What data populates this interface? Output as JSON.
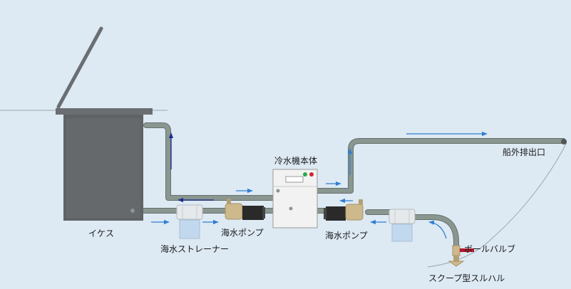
{
  "labels": {
    "tank": "イケス",
    "strainer": "海水ストレーナー",
    "pump_left": "海水ポンプ",
    "chiller": "冷水機本体",
    "pump_right": "海水ポンプ",
    "outlet": "船外排出口",
    "ball_valve": "ボールバルブ",
    "scoop": "スクープ型スルハル"
  },
  "colors": {
    "background": "#dde9f3",
    "water_line": "#9aa7b2",
    "tank_fill": "#5f6366",
    "tank_lid": "#6a6e72",
    "pipe": "#8a9690",
    "pipe_edge": "#66716b",
    "pump_body": "#cdb98c",
    "pump_motor": "#2a2a2a",
    "strainer_body": "#e6e9ec",
    "strainer_bowl": "#c2d8ee",
    "chiller_body": "#f2f2f2",
    "arrow_light": "#2f7fd0",
    "arrow_dark": "#1b2c8c",
    "valve_handle": "#b0182a",
    "lamp_green": "#2aa84a",
    "lamp_red": "#d0232f"
  },
  "icons": {
    "tank": "fish-tank-icon",
    "strainer": "seawater-strainer-icon",
    "pump": "seawater-pump-icon",
    "chiller": "chiller-unit-icon",
    "valve": "ball-valve-icon",
    "through_hull": "scoop-through-hull-icon",
    "outlet": "overboard-outlet-icon"
  }
}
